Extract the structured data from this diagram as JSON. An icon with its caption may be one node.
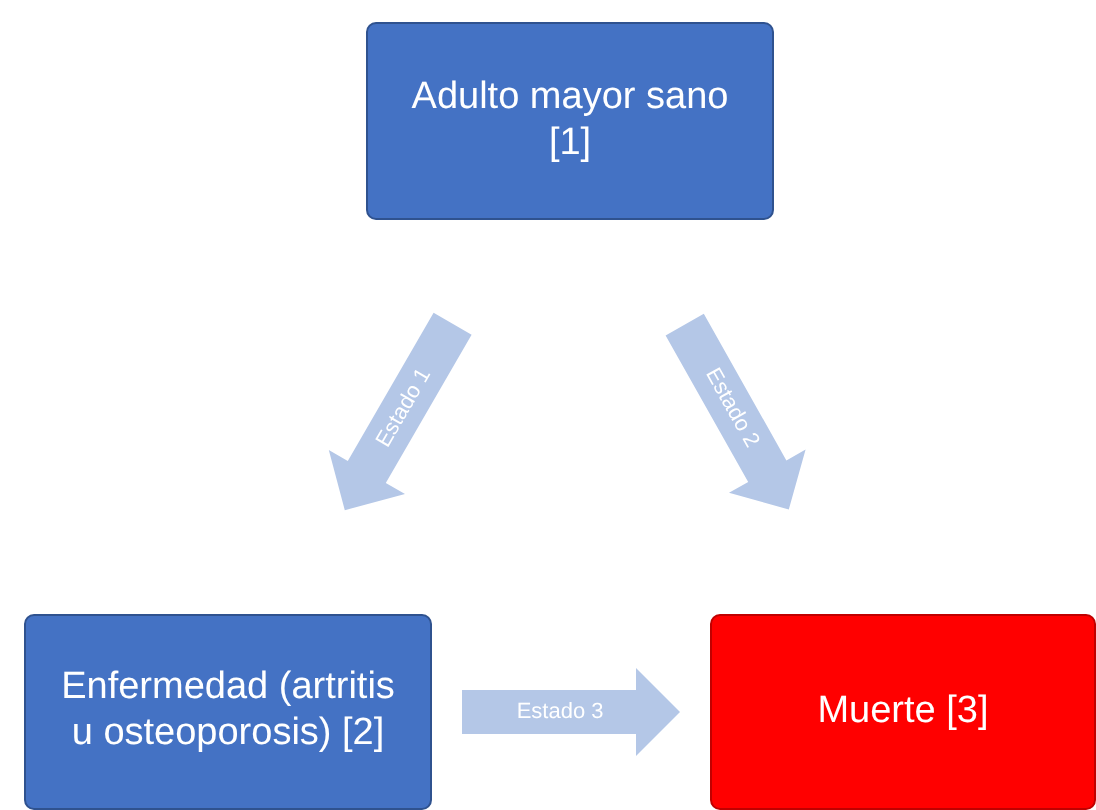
{
  "diagram": {
    "nodes": [
      {
        "text": [
          "Adulto mayor sano [1]"
        ]
      },
      {
        "text": [
          "Enfermedad (artritis u osteoporosis) [2]"
        ]
      },
      {
        "text": [
          "Muerte [3]"
        ]
      }
    ],
    "edges": [
      {
        "from": 0,
        "to": 1,
        "arrow": "to",
        "label": "Estado 1"
      },
      {
        "from": 0,
        "to": 2,
        "arrow": "to",
        "label": "Estado 2"
      },
      {
        "from": 1,
        "to": 2,
        "arrow": "to",
        "label": "Estado 3"
      }
    ]
  }
}
